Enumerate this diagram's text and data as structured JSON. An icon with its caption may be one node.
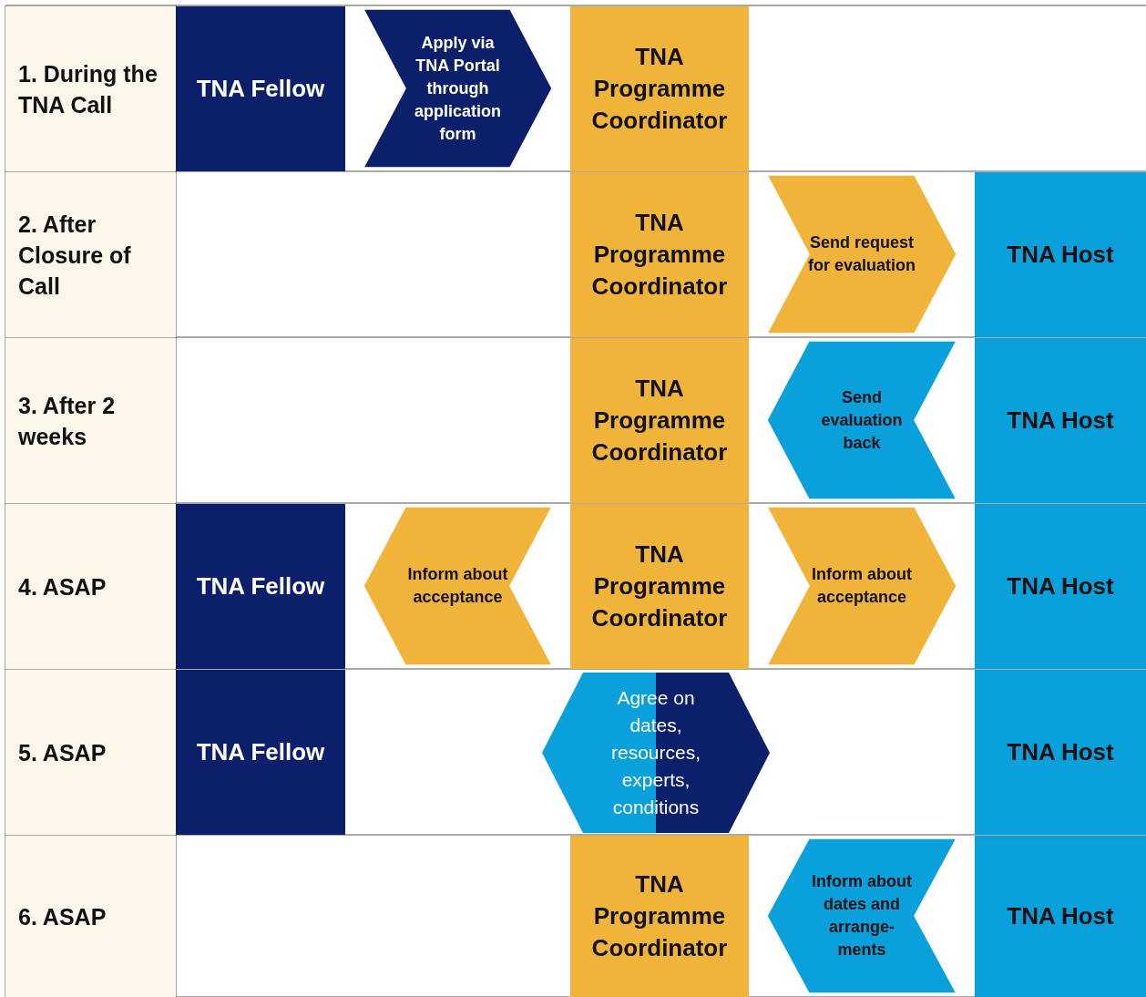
{
  "diagram": {
    "nodes": [
      {
        "text": [
          "1. During the TNA Call"
        ]
      },
      {
        "text": [
          "TNA Fellow"
        ]
      },
      {
        "text": [
          "TNA Programme Coordinator"
        ]
      },
      {
        "text": [
          "2. After Closure of Call"
        ]
      },
      {
        "text": [
          "TNA Programme Coordinator"
        ]
      },
      {
        "text": [
          "TNA Host"
        ]
      },
      {
        "text": [
          "3. After 2 weeks"
        ]
      },
      {
        "text": [
          "TNA Programme Coordinator"
        ]
      },
      {
        "text": [
          "TNA Host"
        ]
      },
      {
        "text": [
          "4. ASAP"
        ]
      },
      {
        "text": [
          "TNA Fellow"
        ]
      },
      {
        "text": [
          "TNA Programme Coordinator"
        ]
      },
      {
        "text": [
          "TNA Host"
        ]
      },
      {
        "text": [
          "5. ASAP"
        ]
      },
      {
        "text": [
          "TNA Fellow"
        ]
      },
      {
        "text": [
          "Agree on dates, resources, experts, conditions"
        ]
      },
      {
        "text": [
          "TNA Host"
        ]
      },
      {
        "text": [
          "6. ASAP"
        ]
      },
      {
        "text": [
          "TNA Programme Coordinator"
        ]
      },
      {
        "text": [
          "TNA Host"
        ]
      }
    ],
    "edges": [
      {
        "from": 1,
        "to": 2,
        "arrow": "to",
        "label": "Apply via TNA Portal through application form",
        "color": "#0b1f6b"
      },
      {
        "from": 4,
        "to": 5,
        "arrow": "to",
        "label": "Send request for evaluation",
        "color": "#f0b43a"
      },
      {
        "from": 8,
        "to": 7,
        "arrow": "to",
        "label": "Send evaluation back",
        "color": "#0aa0dc"
      },
      {
        "from": 11,
        "to": 10,
        "arrow": "to",
        "label": "Inform about acceptance",
        "color": "#f0b43a"
      },
      {
        "from": 11,
        "to": 12,
        "arrow": "to",
        "label": "Inform about acceptance",
        "color": "#f0b43a"
      },
      {
        "from": 19,
        "to": 18,
        "arrow": "to",
        "label": "Inform about dates and arrange- ments",
        "color": "#0aa0dc"
      }
    ]
  }
}
